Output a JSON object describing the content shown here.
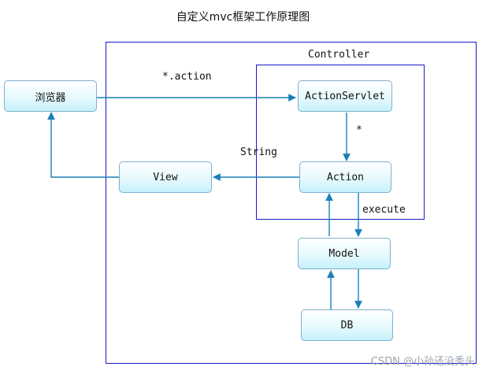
{
  "title": "自定义mvc框架工作原理图",
  "containers": {
    "outer": "",
    "controller": "Controller"
  },
  "nodes": {
    "browser": "浏览器",
    "action_servlet": "ActionServlet",
    "action": "Action",
    "view": "View",
    "model": "Model",
    "db": "DB"
  },
  "edge_labels": {
    "request": "*.action",
    "dispatch": "*",
    "result": "String",
    "execute": "execute"
  },
  "watermark": "CSDN @小孙还没秃头",
  "colors": {
    "frame": "#1a1acc",
    "arrow": "#1a7fb8",
    "node_border": "#7fb0d0"
  }
}
